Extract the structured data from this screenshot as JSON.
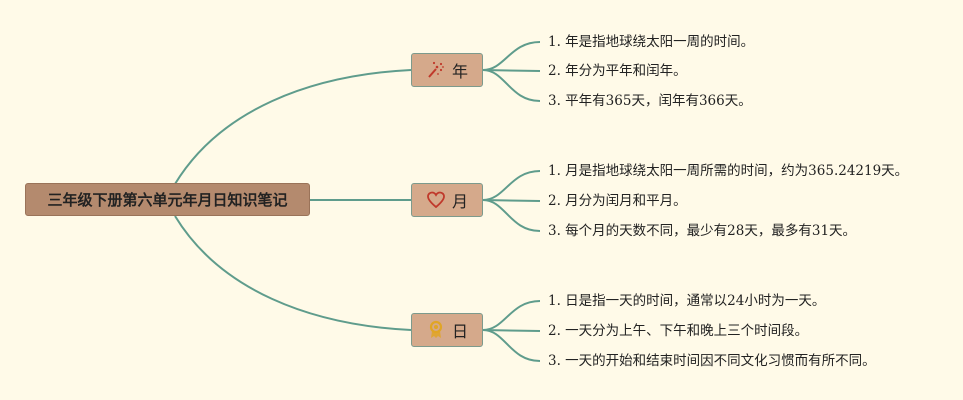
{
  "colors": {
    "background": "#fffae8",
    "root_fill": "#b48a6e",
    "topic_fill": "#d5a98b",
    "link_stroke": "#5f9c8c"
  },
  "root": {
    "label": "三年级下册第六单元年月日知识笔记"
  },
  "topics": [
    {
      "label": "年",
      "icon": "fireworks-icon",
      "items": [
        "1. 年是指地球绕太阳一周的时间。",
        "2. 年分为平年和闰年。",
        "3. 平年有365天，闰年有366天。"
      ]
    },
    {
      "label": "月",
      "icon": "heart-icon",
      "items": [
        "1. 月是指地球绕太阳一周所需的时间，约为365.24219天。",
        "2. 月分为闰月和平月。",
        "3. 每个月的天数不同，最少有28天，最多有31天。"
      ]
    },
    {
      "label": "日",
      "icon": "award-medal-icon",
      "items": [
        "1. 日是指一天的时间，通常以24小时为一天。",
        "2. 一天分为上午、下午和晚上三个时间段。",
        "3. 一天的开始和结束时间因不同文化习惯而有所不同。"
      ]
    }
  ]
}
